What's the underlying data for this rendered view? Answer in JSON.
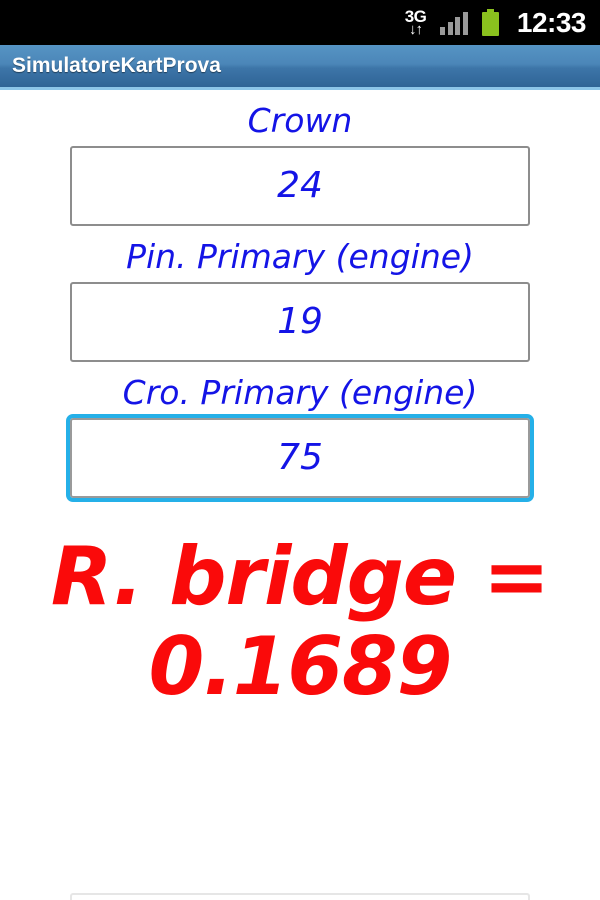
{
  "statusbar": {
    "network_icon": "3g-data-icon",
    "network_label": "3G",
    "network_arrows": "↓↑",
    "signal_icon": "signal-bars-icon",
    "battery_icon": "battery-icon",
    "time": "12:33"
  },
  "titlebar": {
    "title": "SimulatoreKartProva"
  },
  "form": {
    "fields": [
      {
        "label": "Crown",
        "value": "24",
        "focused": false
      },
      {
        "label": "Pin. Primary (engine)",
        "value": "19",
        "focused": false
      },
      {
        "label": "Cro. Primary (engine)",
        "value": "75",
        "focused": true
      }
    ]
  },
  "result": {
    "line1": "R. bridge =",
    "line2": "0.1689",
    "full_text": "R. bridge = 0.1689",
    "color": "#fa0a0a"
  },
  "colors": {
    "label_blue": "#1414e6",
    "value_blue": "#1414e6",
    "result_red": "#fa0a0a",
    "focus_cyan": "#25b0e8",
    "titlebar_blue": "#4b86b8",
    "battery_green": "#8ac11e"
  }
}
